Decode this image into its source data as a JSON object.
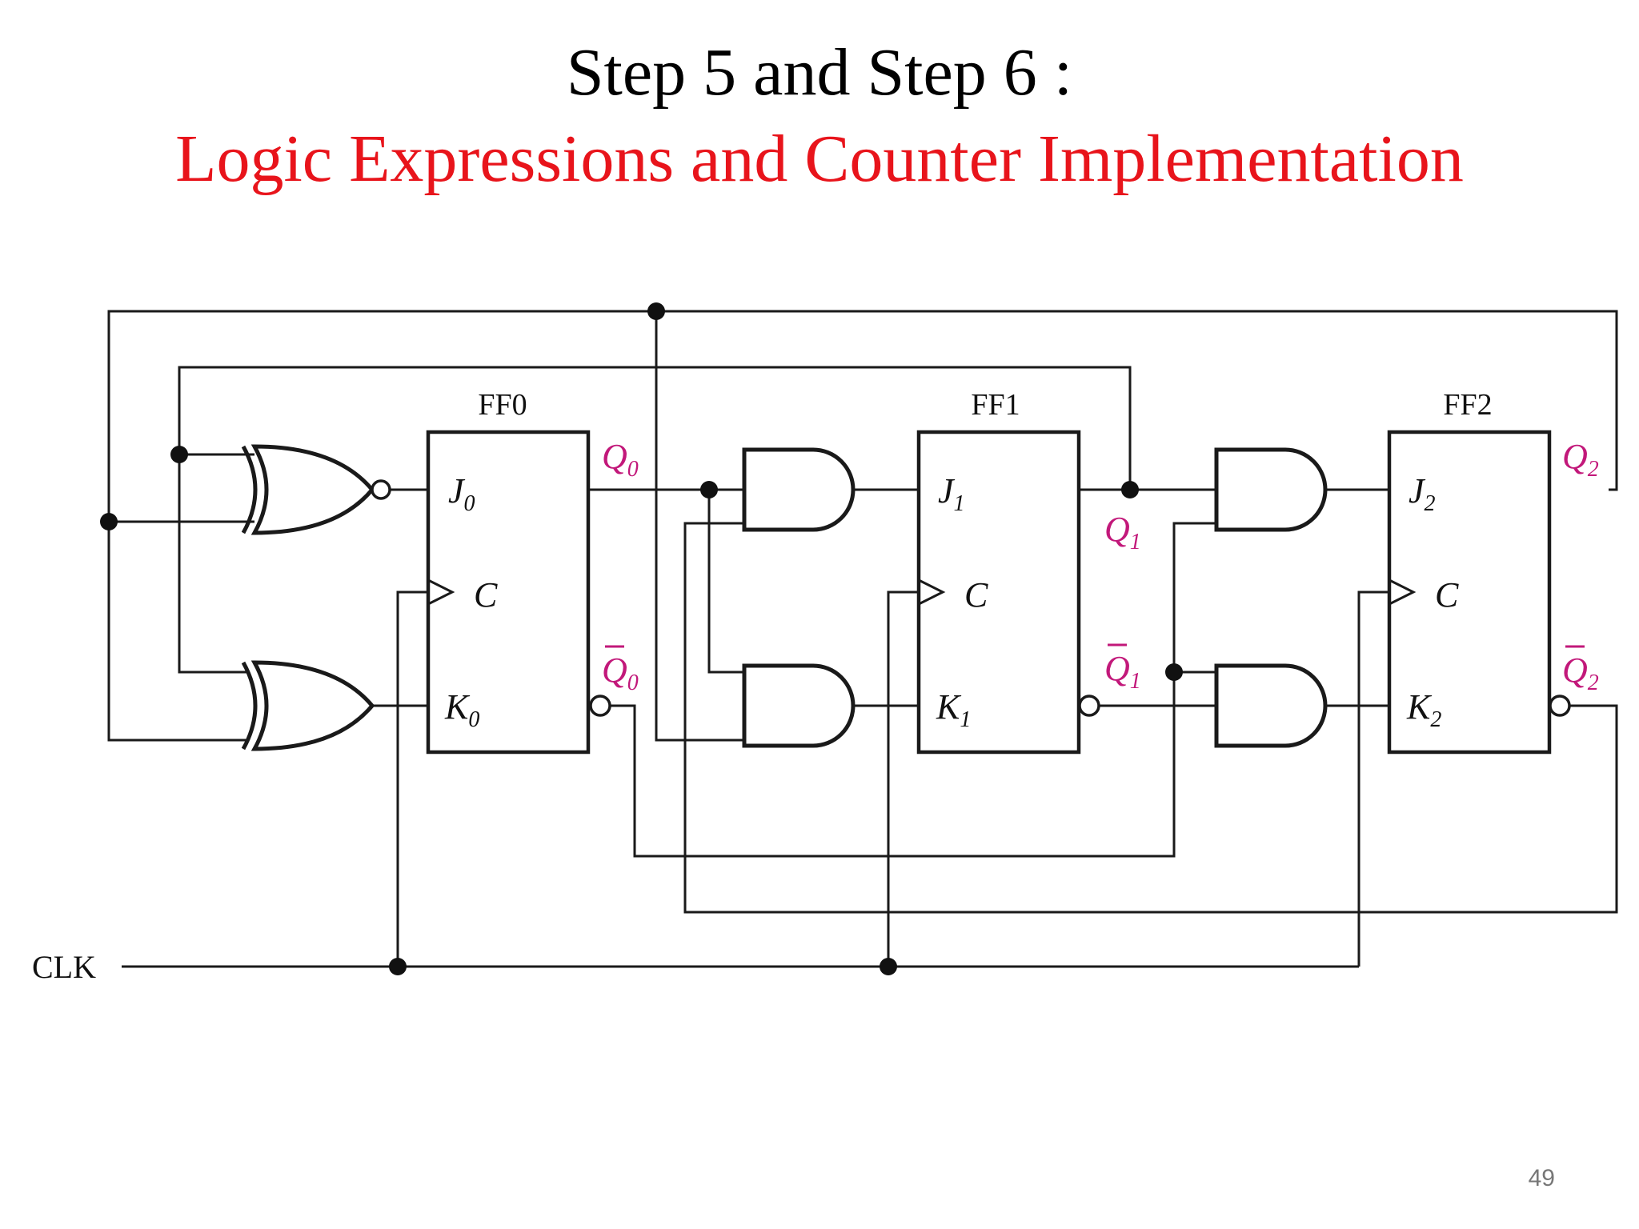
{
  "title": {
    "line1": "Step 5 and Step 6 :",
    "line2": "Logic Expressions and Counter Implementation",
    "line2_color": "#e8141b"
  },
  "diagram": {
    "clock_label": "CLK",
    "output_label_color": "#c2187a",
    "flip_flops": [
      {
        "name": "FF0",
        "j": "J",
        "c": "C",
        "k": "K",
        "sub": "0",
        "q": "Q",
        "qbar": "Q"
      },
      {
        "name": "FF1",
        "j": "J",
        "c": "C",
        "k": "K",
        "sub": "1",
        "q": "Q",
        "qbar": "Q"
      },
      {
        "name": "FF2",
        "j": "J",
        "c": "C",
        "k": "K",
        "sub": "2",
        "q": "Q",
        "qbar": "Q"
      }
    ]
  },
  "slide_number": "49"
}
